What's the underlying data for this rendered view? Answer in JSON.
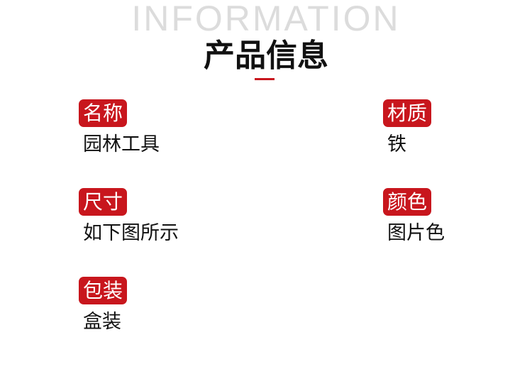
{
  "header": {
    "background_word": "INFORMATION",
    "title": "产品信息"
  },
  "accent_color": "#c8161d",
  "items": [
    {
      "label": "名称",
      "value": "园林工具"
    },
    {
      "label": "材质",
      "value": "铁"
    },
    {
      "label": "尺寸",
      "value": "如下图所示"
    },
    {
      "label": "颜色",
      "value": "图片色"
    },
    {
      "label": "包装",
      "value": "盒装"
    }
  ]
}
